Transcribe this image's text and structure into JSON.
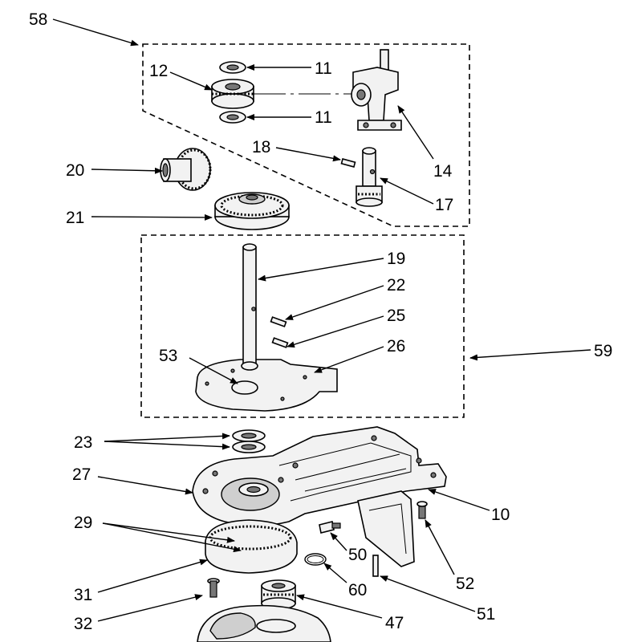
{
  "callouts": [
    {
      "id": "c58",
      "text": "58"
    },
    {
      "id": "c12",
      "text": "12"
    },
    {
      "id": "c11a",
      "text": "11"
    },
    {
      "id": "c11b",
      "text": "11"
    },
    {
      "id": "c14",
      "text": "14"
    },
    {
      "id": "c18",
      "text": "18"
    },
    {
      "id": "c17",
      "text": "17"
    },
    {
      "id": "c20",
      "text": "20"
    },
    {
      "id": "c21",
      "text": "21"
    },
    {
      "id": "c19",
      "text": "19"
    },
    {
      "id": "c22",
      "text": "22"
    },
    {
      "id": "c25",
      "text": "25"
    },
    {
      "id": "c26",
      "text": "26"
    },
    {
      "id": "c53",
      "text": "53"
    },
    {
      "id": "c59",
      "text": "59"
    },
    {
      "id": "c23",
      "text": "23"
    },
    {
      "id": "c27",
      "text": "27"
    },
    {
      "id": "c10",
      "text": "10"
    },
    {
      "id": "c29",
      "text": "29"
    },
    {
      "id": "c50",
      "text": "50"
    },
    {
      "id": "c52",
      "text": "52"
    },
    {
      "id": "c60",
      "text": "60"
    },
    {
      "id": "c31",
      "text": "31"
    },
    {
      "id": "c32",
      "text": "32"
    },
    {
      "id": "c47",
      "text": "47"
    },
    {
      "id": "c51",
      "text": "51"
    }
  ]
}
